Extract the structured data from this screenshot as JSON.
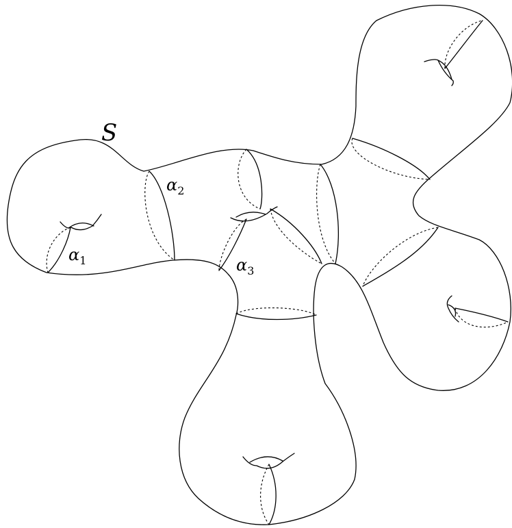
{
  "surface": {
    "name": "S"
  },
  "curves": [
    {
      "symbol": "α",
      "index": "1"
    },
    {
      "symbol": "α",
      "index": "2"
    },
    {
      "symbol": "α",
      "index": "3"
    }
  ],
  "colors": {
    "surface_fill_strong": "#fdfd9c",
    "surface_fill_light": "#fdfdf0",
    "stroke": "#000000"
  }
}
